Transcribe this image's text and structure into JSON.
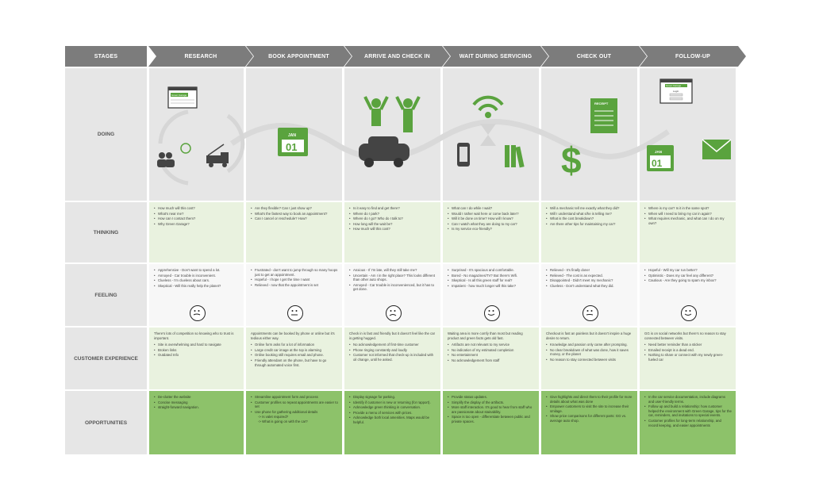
{
  "header": {
    "stages_label": "STAGES",
    "stages": [
      "RESEARCH",
      "BOOK APPOINTMENT",
      "ARRIVE AND CHECK IN",
      "WAIT DURING SERVICING",
      "CHECK OUT",
      "FOLLOW-UP"
    ]
  },
  "rows": {
    "doing": "DOING",
    "thinking": "THINKING",
    "feeling": "FEELING",
    "customer_experience": "CUSTOMER EXPERIENCE",
    "opportunities": "OPPORTUNITIES"
  },
  "doing_text": {
    "browser_title": "Green Garage",
    "calendar_month": "JAN",
    "calendar_day": "01",
    "receipt": "RECEIPT",
    "followup_title": "Green Garage",
    "followup_login": "Login",
    "followup_month": "JAN",
    "followup_day": "01"
  },
  "thinking": [
    [
      "How much will this cost?",
      "What's near me?",
      "How can I contact them?",
      "Why Green Garage?"
    ],
    [
      "Are they flexible? Can I just show up?",
      "What's the fastest way to book an appointment?",
      "Can I cancel or reschedule? How?"
    ],
    [
      "Is it easy to find and get there?",
      "Where do I park?",
      "Where do I go? Who do I talk to?",
      "How long will the wait be?",
      "How much will this cost?"
    ],
    [
      "What can I do while I wait?",
      "Would I rather wait here or come back later?",
      "Will it be done on time? How will I know?",
      "Can I watch what they are doing to my car?",
      "Is my service eco-friendly?"
    ],
    [
      "Will a mechanic tell me exactly what they did?",
      "Will I understand what s/he is telling me?",
      "What is the cost breakdown?",
      "Are there other tips for maintaining my car?"
    ],
    [
      "Where is my car? Is it in the same spot?",
      "When will I need to bring my car in again?",
      "What requires mechanic, and what can I do on my own?"
    ]
  ],
  "feeling": [
    [
      "Apprehensive - Don't want to spend a lot.",
      "Annoyed - Car trouble is inconvenient.",
      "Clueless - I'm clueless about cars.",
      "Skeptical - Will this really help the planet?"
    ],
    [
      "Frustrated - don't want to jump through so many hoops just to get an appointment.",
      "Hopeful - I hope I get the time I want",
      "Relieved - now that the appointment is set"
    ],
    [
      "Anxious - If I'm late, will they still take me?",
      "Uncertain - Am I in the right place? This looks different than other auto shops.",
      "Annoyed - Car trouble is inconvenienced, but it has to get done."
    ],
    [
      "Surprised - It's spacious and comfortable.",
      "Bored - No magazines/TV? But there's Wifi.",
      "Skeptical - Is all this green stuff for real?",
      "Impatient - how much longer will this take?"
    ],
    [
      "Relieved - It's finally done!",
      "Relieved - The cost is as expected.",
      "Disappointed - Didn't meet my mechanic?",
      "Clueless - Don't understand what they did."
    ],
    [
      "Hopeful - Will my car run better?",
      "Optimistic - Does my car feel any different?",
      "Cautious - Are they going to spam my inbox?"
    ]
  ],
  "customer_experience": [
    {
      "intro": "There's lots of competition so knowing who to trust is important.",
      "items": [
        "Site is overwhelming and hard to navigate",
        "Broken links",
        "Outdated Info"
      ]
    },
    {
      "intro": "Appointments can be booked by phone or online but it's tedious either way.",
      "items": [
        "Online form asks for a lot of information",
        "Large credit car image at the top is alarming",
        "Online booking still requires email and phone.",
        "Friendly attendant on the phone, but have to go through automated voice first."
      ]
    },
    {
      "intro": "Check in is fast and friendly but it doesn't feel like the car is getting hugged.",
      "items": [
        "No acknowledgement of first-time customer",
        "Phone ringing constantly and loudly",
        "Customer not informed that check-up is included with oil change, until he asked."
      ]
    },
    {
      "intro": "Waiting area is more comfy than most but reading product and green facts gets old fast.",
      "items": [
        "Artifacts are not relevant to my service",
        "No indication of my estimated completion",
        "No entertainment",
        "No acknowledgement from staff"
      ]
    },
    {
      "intro": "Checkout is fast an painless but it doesn't inspire a huge desire to return.",
      "items": [
        "Knowledge and passion only came after prompting.",
        "No clear breakdown of what was done, how it saves money, or the planet",
        "No reason to stay connected between visits"
      ]
    },
    {
      "intro": "GG is on social networks but there's no reason to stay connected between visits.",
      "items": [
        "Need better reminder than a sticker",
        "Emailed receipt is a dead end.",
        "Nothing to share or connect with my newly green-fueled car"
      ]
    }
  ],
  "opportunities": [
    {
      "items": [
        "De-clutter the website",
        "Concise messaging",
        "straight-forward navigation."
      ]
    },
    {
      "items": [
        "Streamline appointment form and process",
        "Customer profiles so repeat appointments are easier to set",
        "Use phone for gathering additional details"
      ],
      "subs": [
        "-> Is valet required?",
        "-> What is going on with the car?"
      ]
    },
    {
      "items": [
        "Display signage for parking.",
        "Identify if customer is new or returning (for rapport).",
        "Acknowledge green thinking in conversation.",
        "Provide a menu of services with prices.",
        "Acknowledge both local amenities. Maps would be helpful."
      ]
    },
    {
      "items": [
        "Provide status updates.",
        "Simplify the display of the artifacts.",
        "More staff interaction. It's good to hear from staff who are passionate about stainability.",
        "Space is too open - differentiate between public and private spaces."
      ]
    },
    {
      "items": [
        "Give highlights and direct them to their profile for more details about what was done",
        "Empower customers to visit the site to increase their smilage.",
        "Show price comparisons for different parts: GG vs. average auto shop."
      ]
    },
    {
      "items": [
        "In the car service documentation, include diagrams and user-friendly terms.",
        "Follow up and build a relationship: how customer helped the environment with Green Garage, tips for the car, reminders, and invitations to special events.",
        "Customer profiles for long-term relationship, and record keeping, and easier appointments"
      ]
    }
  ],
  "colors": {
    "header": "#7c7c7c",
    "green": "#5aa33e",
    "light_green": "#e9f2df",
    "dark_green": "#8dc26a",
    "gray": "#e6e6e6"
  }
}
